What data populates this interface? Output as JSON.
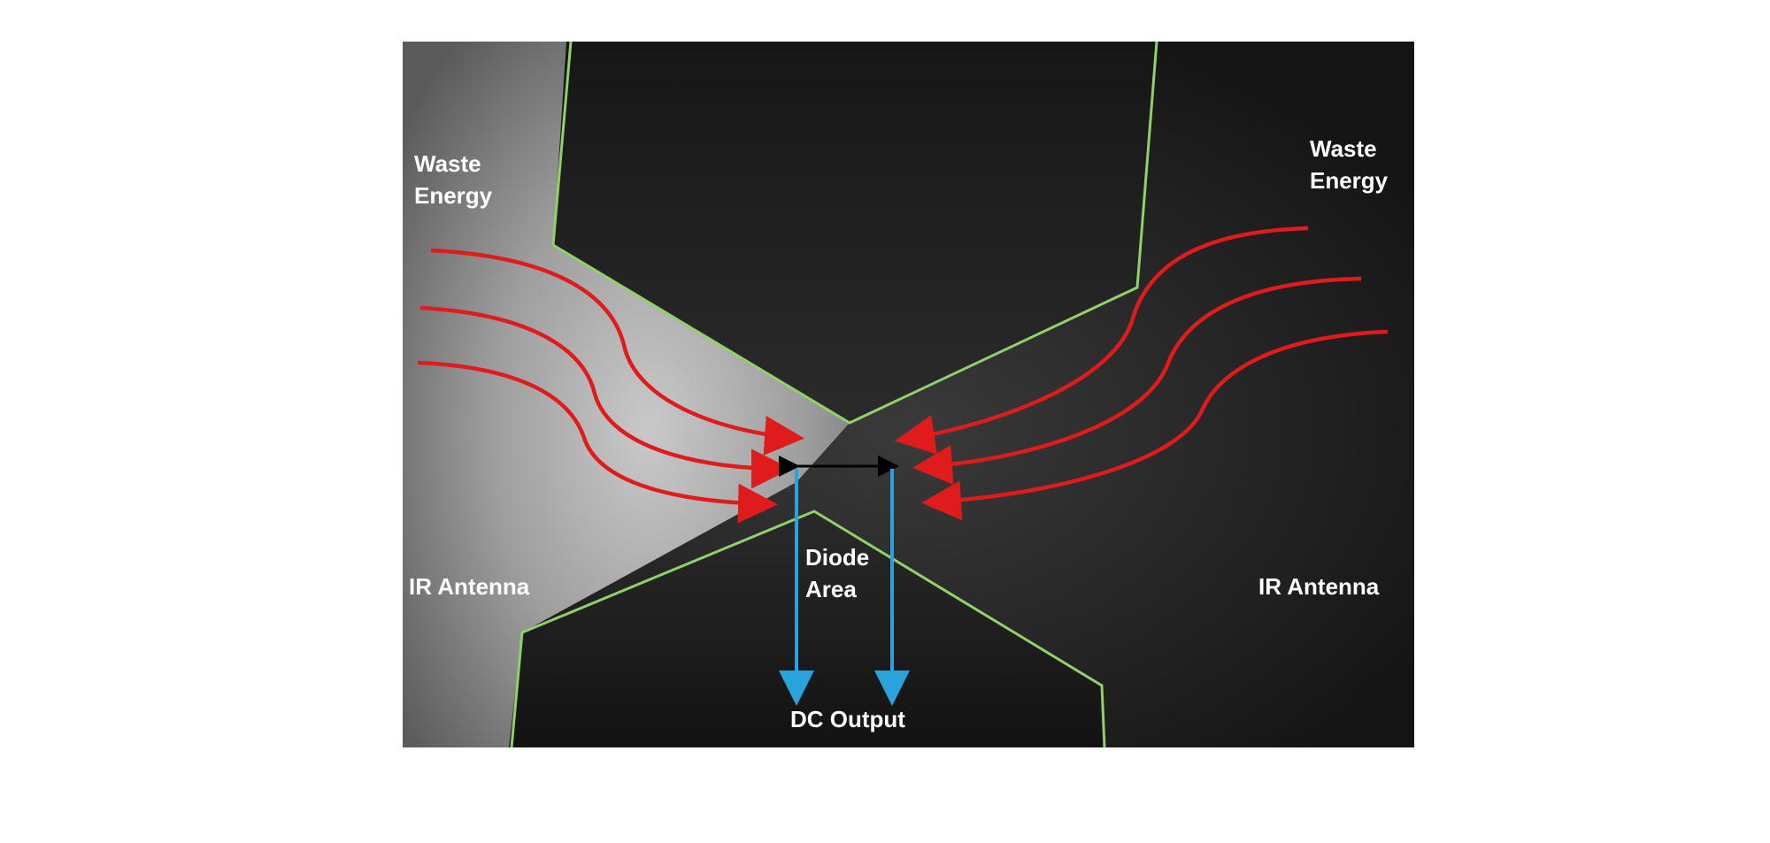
{
  "labels": {
    "waste_energy_left": [
      "Waste",
      "Energy"
    ],
    "waste_energy_right": [
      "Waste",
      "Energy"
    ],
    "ir_antenna_left": "IR Antenna",
    "ir_antenna_right": "IR Antenna",
    "diode_area": [
      "Diode",
      "Area"
    ],
    "dc_output": "DC Output"
  },
  "colors": {
    "background": "#ffffff",
    "image_dark": "#1c1c1c",
    "antenna_light": "#9a9a9a",
    "outline": "#8fd16a",
    "energy_arrow": "#e01b1b",
    "output_arrow": "#2aa3dc",
    "gap_marker": "#000000",
    "label_text": "#ffffff"
  }
}
